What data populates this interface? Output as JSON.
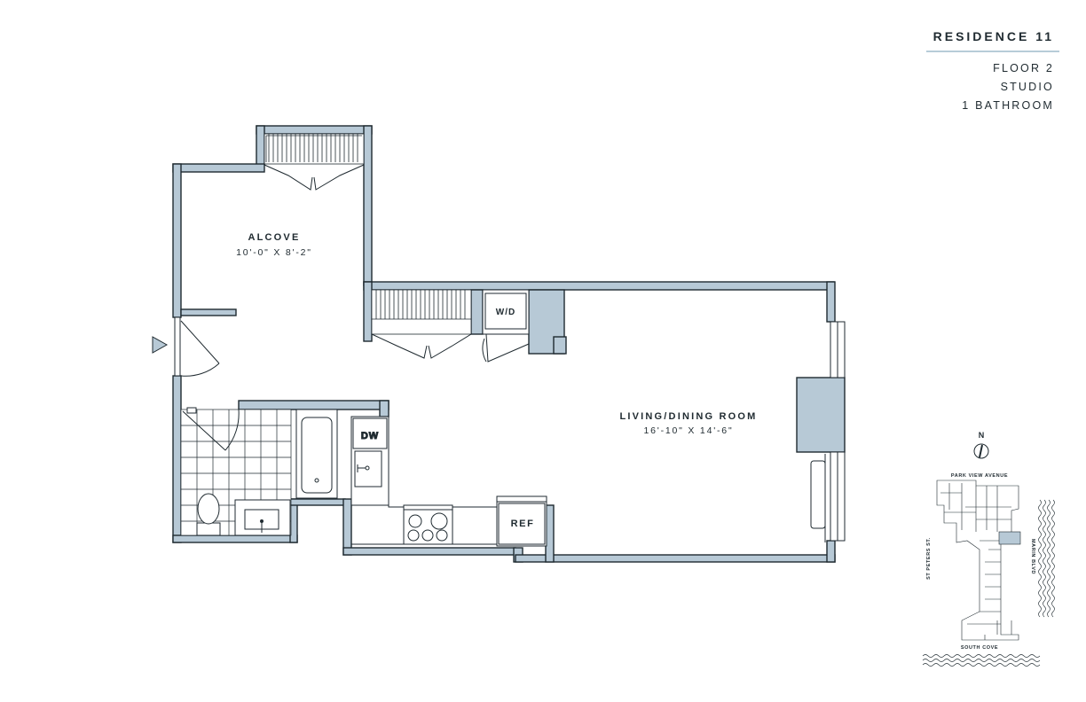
{
  "header": {
    "residence": "RESIDENCE 11",
    "floor": "FLOOR 2",
    "type": "STUDIO",
    "bathrooms": "1 BATHROOM"
  },
  "rooms": {
    "alcove": {
      "name": "ALCOVE",
      "dims": "10'-0\" X 8'-2\""
    },
    "living": {
      "name": "LIVING/DINING ROOM",
      "dims": "16'-10\" X 14'-6\""
    }
  },
  "fixtures": {
    "washer_dryer": "W/D",
    "dishwasher": "DW",
    "refrigerator": "REF"
  },
  "key_plan": {
    "north": "N",
    "park_view": "PARK VIEW AVENUE",
    "st_peters": "ST PETERS ST.",
    "marin": "MARIN BLVD",
    "south_cove": "SOUTH COVE"
  },
  "colors": {
    "wall_fill": "#b7c9d6",
    "line": "#1f2a30",
    "accent_rule": "#b7ccd8"
  }
}
